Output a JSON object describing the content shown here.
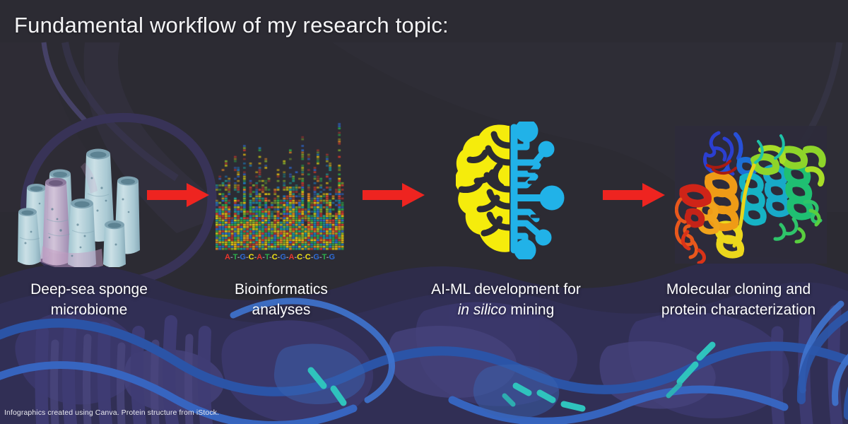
{
  "slide": {
    "title": "Fundamental workflow of my research topic:",
    "footer_credit": "Infographics created using Canva. Protein structure from iStock.",
    "background_color": "#2c2b33",
    "accent_arrow_color": "#ee2420"
  },
  "workflow": {
    "steps": [
      {
        "id": "step-1",
        "figure": "deep-sea-sponge-illustration",
        "caption_line1": "Deep-sea sponge",
        "caption_line2": "microbiome"
      },
      {
        "id": "step-2",
        "figure": "dna-sequencing-skyline",
        "caption_line1": "Bioinformatics",
        "caption_line2": "analyses"
      },
      {
        "id": "step-3",
        "figure": "ai-brain-circuit-icon",
        "caption_line1": "AI-ML development for",
        "caption_line2_italic": "in silico",
        "caption_line2_rest": " mining"
      },
      {
        "id": "step-4",
        "figure": "protein-ribbon-structure",
        "caption_line1": "Molecular cloning and",
        "caption_line2": "protein characterization"
      }
    ],
    "arrows": [
      {
        "id": "arrow-1",
        "label": "arrow step 1 to step 2"
      },
      {
        "id": "arrow-2",
        "label": "arrow step 2 to step 3"
      },
      {
        "id": "arrow-3",
        "label": "arrow step 3 to step 4"
      }
    ]
  },
  "dna_sequence": {
    "bases": [
      "A",
      "T",
      "G",
      "C",
      "A",
      "T",
      "C",
      "G",
      "A",
      "C",
      "C",
      "G",
      "T",
      "G"
    ],
    "separator": "-",
    "base_colors": {
      "A": "#e8352b",
      "T": "#2bb04b",
      "G": "#2e6cd8",
      "C": "#f2e314"
    }
  },
  "figure_palettes": {
    "sequencing_tiles": [
      "#e03a2c",
      "#2bb04b",
      "#2e6cd8",
      "#f2c70c",
      "#ef8a1f",
      "#1aa39a",
      "#8aba2c",
      "#b8352c",
      "#1d7fc4",
      "#d9d312"
    ],
    "sponge_body": "#b9d4dc",
    "sponge_shadow": "#7fa8b6",
    "sponge_pink": "#c49ec4",
    "brain_left": "#f5ec0c",
    "brain_right": "#21b2e8",
    "protein_ribbon": [
      "#2b3fd0",
      "#1d7fd8",
      "#16b3c4",
      "#1fbf72",
      "#8ed52a",
      "#e8d41a",
      "#ef9b16",
      "#e8581c",
      "#cf2418"
    ]
  }
}
